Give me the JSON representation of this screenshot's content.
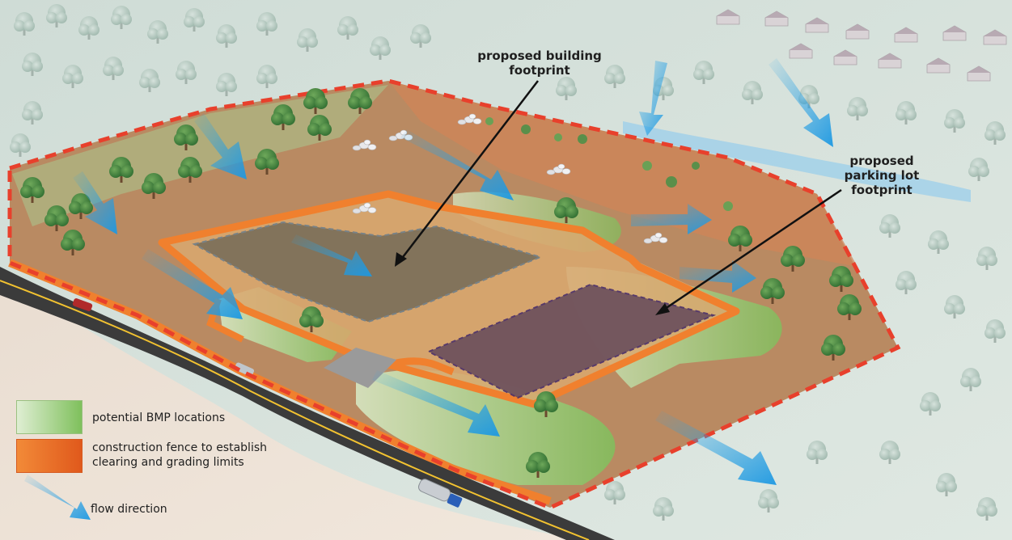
{
  "callouts": {
    "building": [
      "proposed building",
      "footprint"
    ],
    "parking": [
      "proposed",
      "parking lot",
      "footprint"
    ]
  },
  "legend": {
    "bmp": "potential BMP locations",
    "fence_line1": "construction fence to establish",
    "fence_line2": "clearing and grading limits",
    "flow": "flow direction"
  },
  "colors": {
    "site_boundary": "#e8402c",
    "construction_fence": "#f0802e",
    "bmp_green": "#8cc668",
    "flow_arrow": "#2aa6e8",
    "building_footprint": "#7a6e5a",
    "parking_footprint": "#6a4e5c",
    "soil": "#b98a62",
    "road": "#3b3b3b",
    "road_line": "#f2c230"
  },
  "icons": [
    "tree-icon",
    "car-icon",
    "truck-icon",
    "house-icon",
    "rock-pile-icon",
    "arrow-icon"
  ]
}
